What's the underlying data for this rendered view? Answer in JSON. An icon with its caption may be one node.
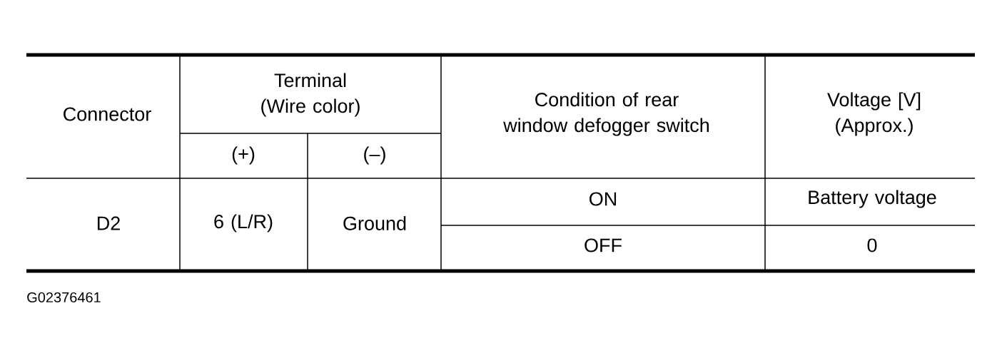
{
  "diagram": {
    "labels": [
      "Connector",
      "Terminal (Wire color)",
      "Condition of rear window defogger switch",
      "Voltage [V] (Approx.)",
      "(+)",
      "(–)",
      "D2",
      "6 (L/R)",
      "Ground",
      "ON",
      "Battery voltage",
      "OFF",
      "0",
      "G02376461"
    ]
  }
}
